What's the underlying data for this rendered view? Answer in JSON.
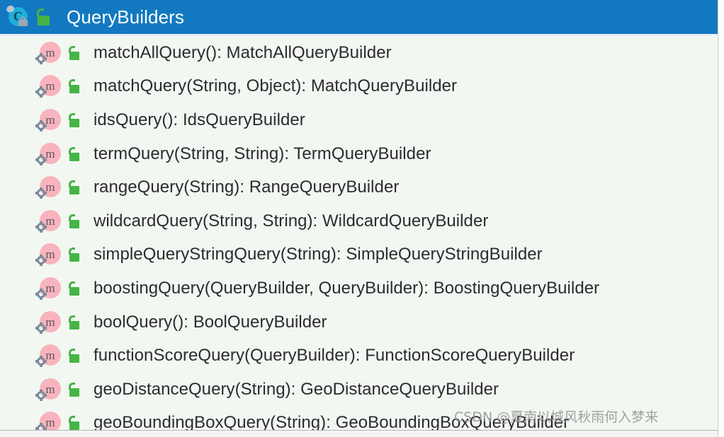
{
  "header": {
    "title": "QueryBuilders",
    "background_color": "#1279c1",
    "title_color": "#ffffff",
    "icons": [
      {
        "name": "class-icon",
        "label": "C"
      },
      {
        "name": "public-unlocked-icon",
        "label": "public"
      }
    ]
  },
  "list": {
    "background_color": "#f2f7f2",
    "text_color": "#2c2c30",
    "member_icon_letter": "m",
    "items": [
      {
        "label": "matchAllQuery(): MatchAllQueryBuilder"
      },
      {
        "label": "matchQuery(String, Object): MatchQueryBuilder"
      },
      {
        "label": "idsQuery(): IdsQueryBuilder"
      },
      {
        "label": "termQuery(String, String): TermQueryBuilder"
      },
      {
        "label": "rangeQuery(String): RangeQueryBuilder"
      },
      {
        "label": "wildcardQuery(String, String): WildcardQueryBuilder"
      },
      {
        "label": "simpleQueryStringQuery(String): SimpleQueryStringBuilder"
      },
      {
        "label": "boostingQuery(QueryBuilder, QueryBuilder): BoostingQueryBuilder"
      },
      {
        "label": "boolQuery(): BoolQueryBuilder"
      },
      {
        "label": "functionScoreQuery(QueryBuilder): FunctionScoreQueryBuilder"
      },
      {
        "label": "geoDistanceQuery(String): GeoDistanceQueryBuilder"
      },
      {
        "label": "geoBoundingBoxQuery(String): GeoBoundingBoxQueryBuilder"
      }
    ]
  },
  "watermark": {
    "text": "CSDN @夏南以城风秋雨何入梦来",
    "color": "#9a9a9a"
  }
}
